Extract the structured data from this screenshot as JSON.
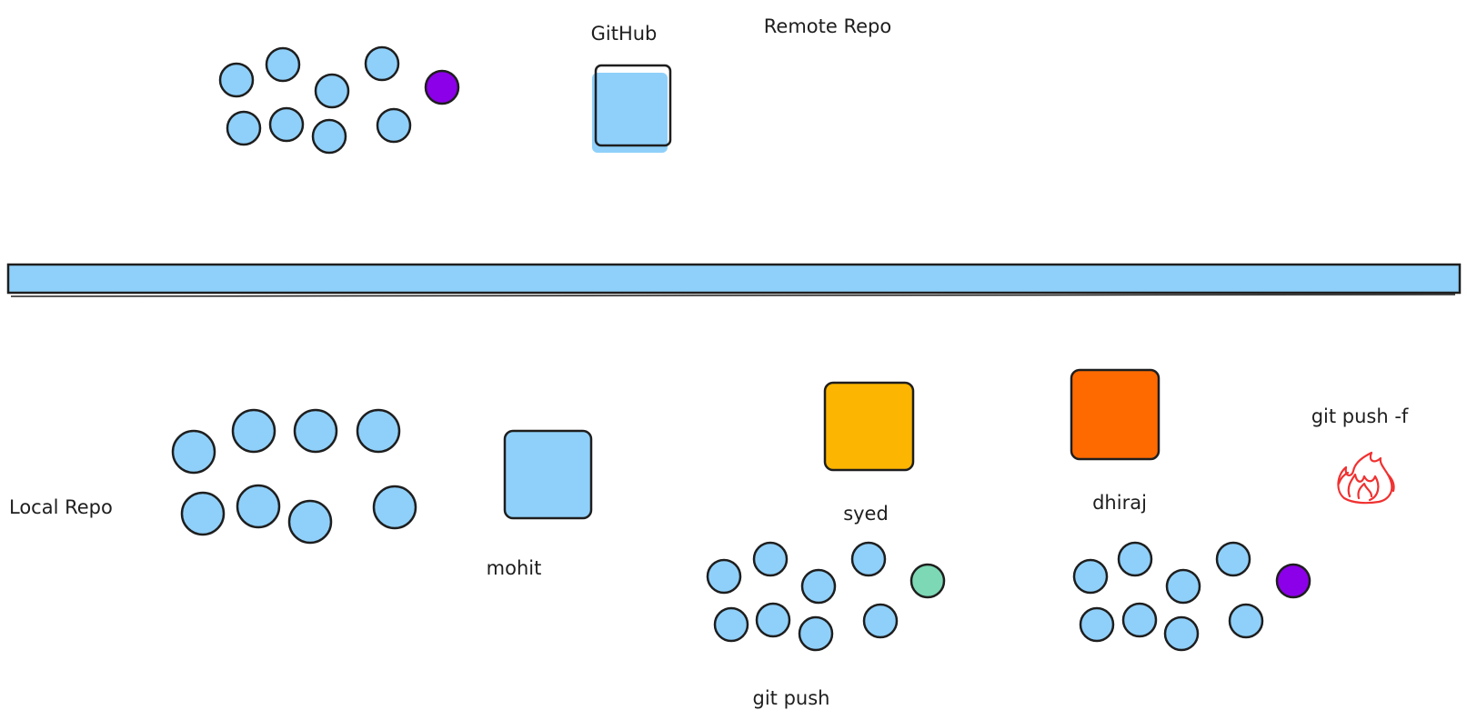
{
  "labels": {
    "github": "GitHub",
    "remote_repo": "Remote Repo",
    "local_repo": "Local Repo",
    "mohit": "mohit",
    "syed": "syed",
    "dhiraj": "dhiraj",
    "git_push": "git push",
    "git_push_force": "git push -f"
  },
  "colors": {
    "commit_blue": "#8fd0fa",
    "stroke": "#1e1e1e",
    "new_commit_purple": "#8b00e8",
    "new_commit_green": "#7dd8b5",
    "syed_yellow": "#fcb500",
    "dhiraj_orange": "#ff6a00",
    "fire_red": "#f03131"
  },
  "icons": {
    "github_box": "square",
    "mohit_box": "square",
    "syed_box": "square",
    "dhiraj_box": "square",
    "fire": "fire-icon"
  },
  "commit_groups": {
    "remote": {
      "blue_commits": 8,
      "extra_commit": "purple"
    },
    "mohit": {
      "blue_commits": 8
    },
    "syed": {
      "blue_commits": 8,
      "extra_commit": "green"
    },
    "dhiraj": {
      "blue_commits": 8,
      "extra_commit": "purple"
    }
  }
}
